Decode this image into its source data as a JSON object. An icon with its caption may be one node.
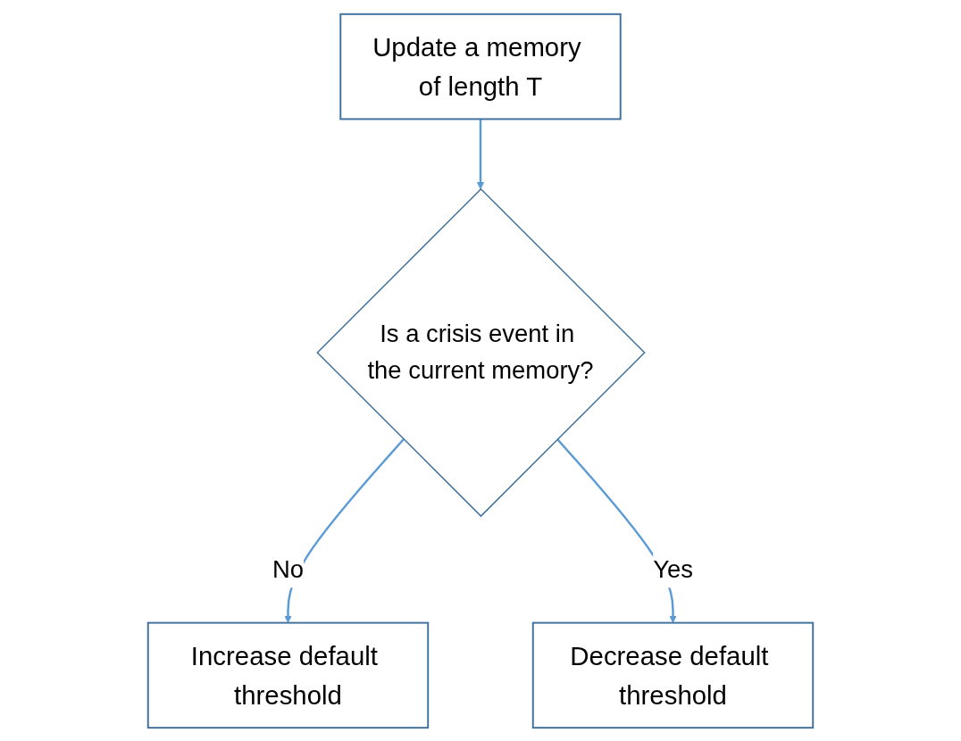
{
  "diagram": {
    "nodes": [
      {
        "text": [
          "Update a memory of length T"
        ]
      },
      {
        "text": [
          "Is a crisis event in the current memory?"
        ]
      },
      {
        "text": [
          "Increase default threshold"
        ]
      },
      {
        "text": [
          "Decrease default threshold"
        ]
      }
    ],
    "edges": [
      {
        "from": 0,
        "to": 1,
        "arrow": "to"
      },
      {
        "from": 1,
        "to": 2,
        "arrow": "to",
        "label": "No"
      },
      {
        "from": 1,
        "to": 3,
        "arrow": "to",
        "label": "Yes"
      }
    ]
  }
}
